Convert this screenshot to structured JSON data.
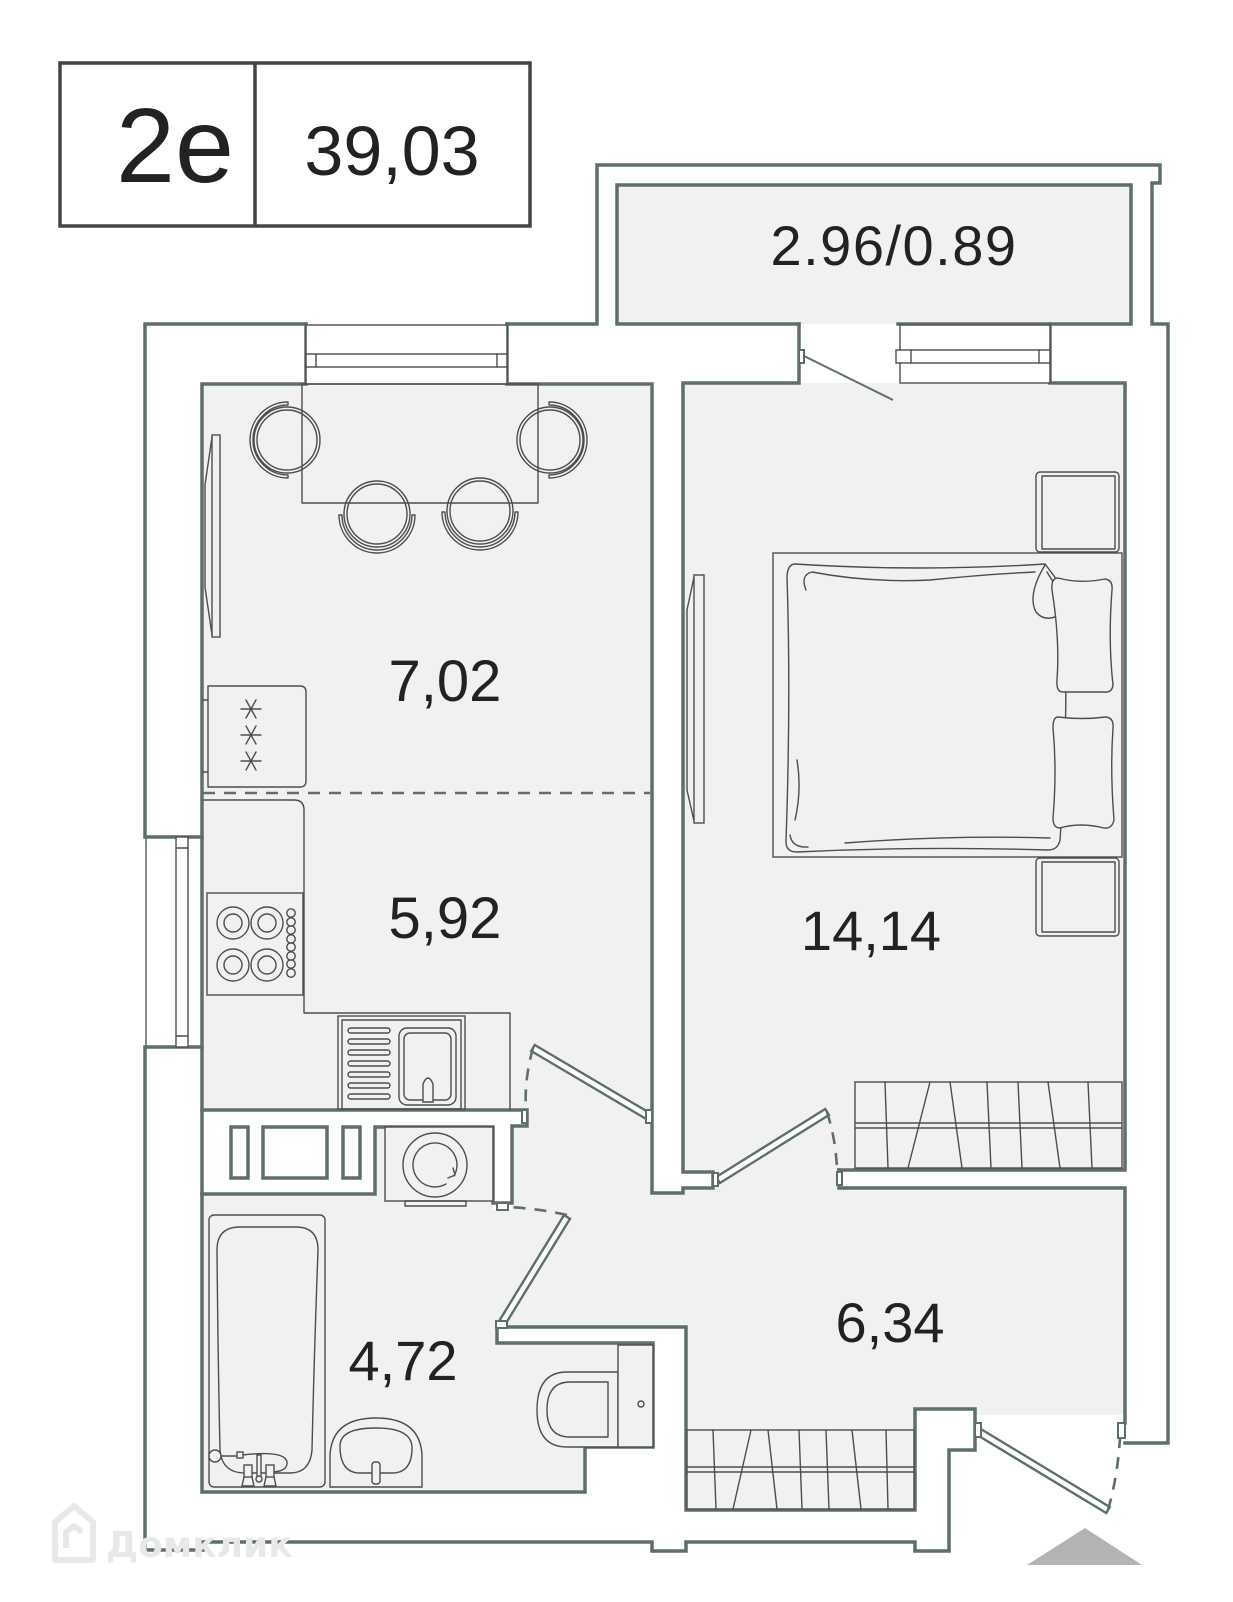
{
  "plan": {
    "type_label": "2e",
    "total_area": "39,03"
  },
  "balcony": {
    "area": "2.96/0.89"
  },
  "rooms": {
    "dining_zone": {
      "area": "7,02"
    },
    "kitchen_zone": {
      "area": "5,92"
    },
    "bedroom": {
      "area": "14,14"
    },
    "bathroom": {
      "area": "4,72"
    },
    "hallway": {
      "area": "6,34"
    }
  },
  "watermark": "Домклик",
  "icons": {
    "table": "table-icon",
    "chair": "chair-icon",
    "tv": "tv-icon",
    "stove": "stove-icon",
    "sink": "kitchen-sink-icon",
    "bed": "bed-icon",
    "nightstand": "nightstand-icon",
    "wardrobe": "wardrobe-icon",
    "washing_machine": "washing-machine-icon",
    "bathtub": "bathtub-icon",
    "washbasin": "washbasin-icon",
    "toilet": "toilet-icon",
    "entrance": "entrance-marker-icon"
  },
  "colors": {
    "wall": "#5d6f6c",
    "floor": "#f1f1f1",
    "text": "#222222",
    "furniture": "#4d4d4d",
    "frame": "#444444",
    "entrance_marker": "#b3b3b3",
    "watermark": "#e8e8e8"
  }
}
